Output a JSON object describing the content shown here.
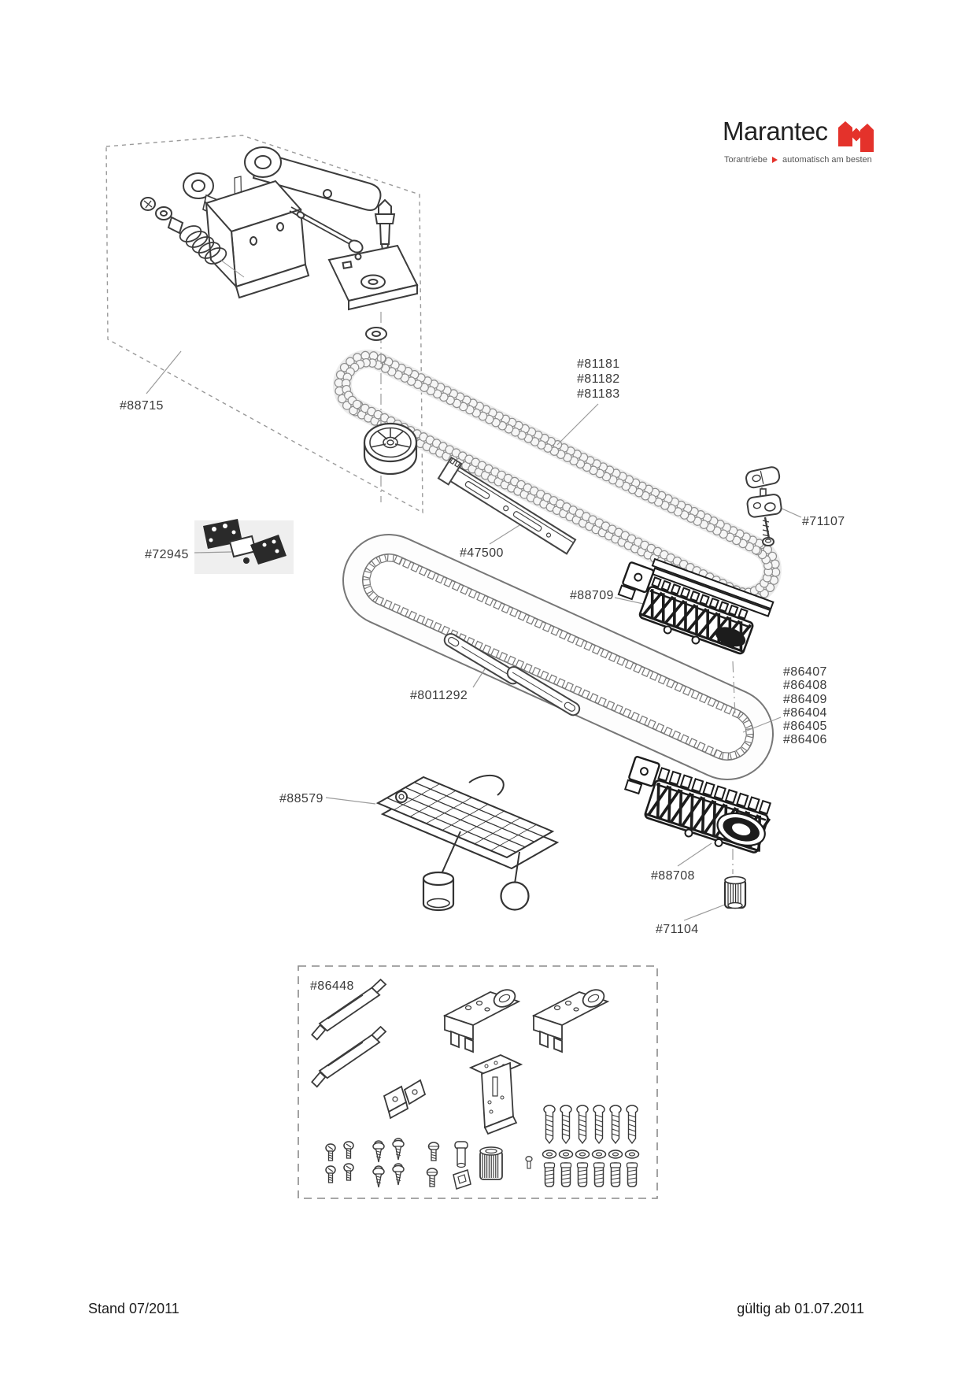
{
  "logo": {
    "brand": "Marantec",
    "tagline_left": "Torantriebe",
    "tagline_right": "automatisch am besten",
    "accent_color": "#e4322b"
  },
  "footer": {
    "left": "Stand 07/2011",
    "right": "gültig ab 01.07.2011"
  },
  "labels": {
    "88715": "#88715",
    "81181": "#81181",
    "81182": "#81182",
    "81183": "#81183",
    "47500": "#47500",
    "72945": "#72945",
    "71107": "#71107",
    "88709": "#88709",
    "8011292": "#8011292",
    "86407": "#86407",
    "86408": "#86408",
    "86409": "#86409",
    "86404": "#86404",
    "86405": "#86405",
    "86406": "#86406",
    "88579": "#88579",
    "88708": "#88708",
    "71104": "#71104",
    "86448": "#86448"
  }
}
